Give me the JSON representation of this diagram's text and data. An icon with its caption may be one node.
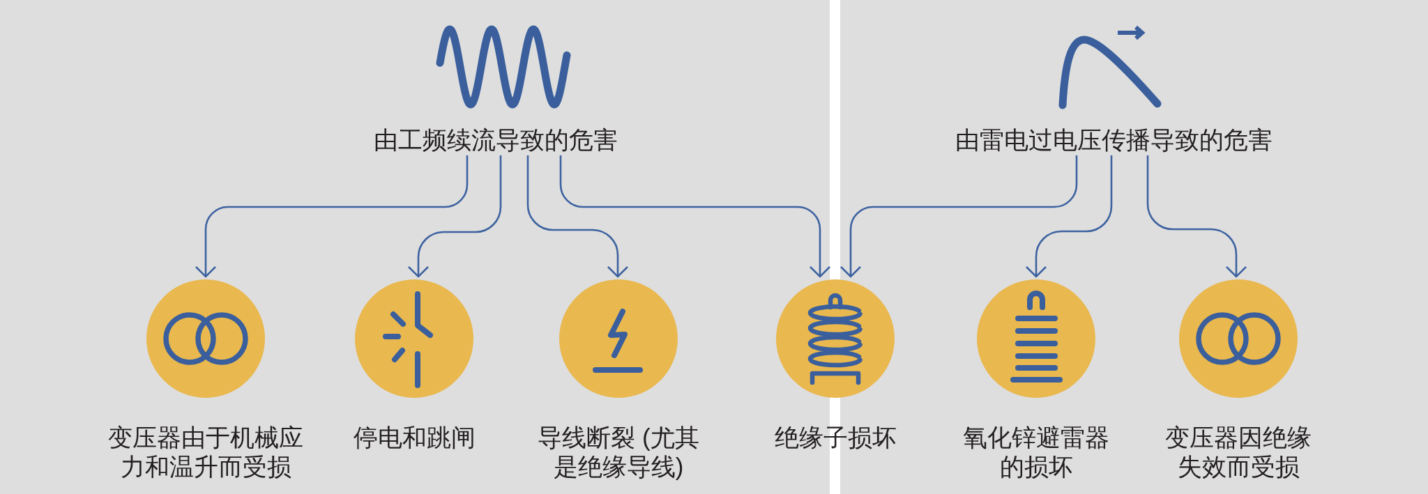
{
  "diagram": {
    "nodes": [
      {
        "text": [
          "由工频续流导致的危害"
        ]
      },
      {
        "text": [
          "由雷电过电压传播导致的危害"
        ]
      },
      {
        "text": [
          "变压器由于机械应力和温升而受损"
        ]
      },
      {
        "text": [
          "停电和跳闸"
        ]
      },
      {
        "text": [
          "导线断裂 (尤其是绝缘导线)"
        ]
      },
      {
        "text": [
          "绝缘子损坏"
        ]
      },
      {
        "text": [
          "氧化锌避雷器的损坏"
        ]
      },
      {
        "text": [
          "变压器因绝缘失效而受损"
        ]
      }
    ],
    "edges": [
      {
        "from": 0,
        "to": 2,
        "arrow": "to"
      },
      {
        "from": 0,
        "to": 3,
        "arrow": "to"
      },
      {
        "from": 0,
        "to": 4,
        "arrow": "to"
      },
      {
        "from": 0,
        "to": 5,
        "arrow": "to"
      },
      {
        "from": 1,
        "to": 5,
        "arrow": "to"
      },
      {
        "from": 1,
        "to": 6,
        "arrow": "to"
      },
      {
        "from": 1,
        "to": 7,
        "arrow": "to"
      }
    ]
  }
}
